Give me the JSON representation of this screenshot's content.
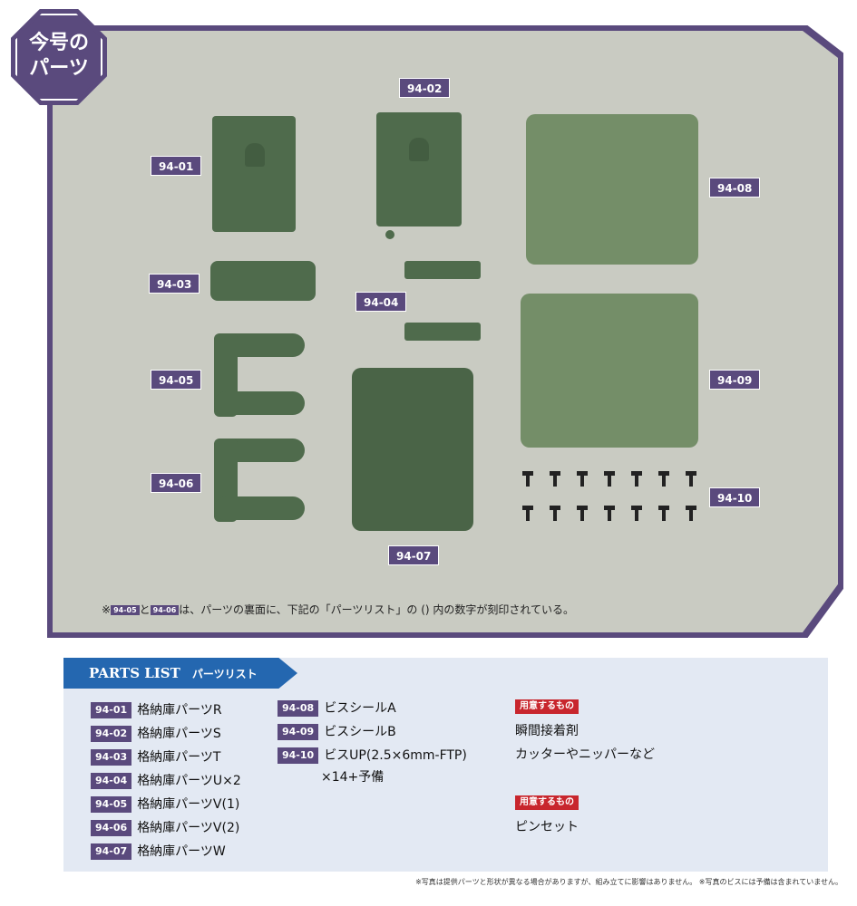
{
  "badge": {
    "line1": "今号の",
    "line2": "パーツ"
  },
  "photo_tags": {
    "p01": "94-01",
    "p02": "94-02",
    "p03": "94-03",
    "p04": "94-04",
    "p05": "94-05",
    "p06": "94-06",
    "p07": "94-07",
    "p08": "94-08",
    "p09": "94-09",
    "p10": "94-10"
  },
  "note": {
    "prefix": "※",
    "tag_a": "94-05",
    "and": "と",
    "tag_b": "94-06",
    "text": "は、パーツの裏面に、下記の「パーツリスト」の () 内の数字が刻印されている。"
  },
  "parts_list": {
    "title_en": "PARTS LIST",
    "title_ja": "パーツリスト",
    "col1": [
      {
        "code": "94-01",
        "name": "格納庫パーツR"
      },
      {
        "code": "94-02",
        "name": "格納庫パーツS"
      },
      {
        "code": "94-03",
        "name": "格納庫パーツT"
      },
      {
        "code": "94-04",
        "name": "格納庫パーツU×2"
      },
      {
        "code": "94-05",
        "name": "格納庫パーツV(1)"
      },
      {
        "code": "94-06",
        "name": "格納庫パーツV(2)"
      },
      {
        "code": "94-07",
        "name": "格納庫パーツW"
      }
    ],
    "col2": [
      {
        "code": "94-08",
        "name": "ビスシールA"
      },
      {
        "code": "94-09",
        "name": "ビスシールB"
      },
      {
        "code": "94-10",
        "name": "ビスUP(2.5×6mm-FTP)"
      }
    ],
    "col2_extra": "×14+予備",
    "required": [
      {
        "label": "用意するもの",
        "items": [
          "瞬間接着剤",
          "カッターやニッパーなど"
        ]
      },
      {
        "label": "用意するもの",
        "items": [
          "ピンセット"
        ]
      }
    ]
  },
  "footnote": "※写真は提供パーツと形状が異なる場合がありますが、組み立てに影響はありません。 ※写真のビスには予備は含まれていません。",
  "colors": {
    "purple": "#5a4a7d",
    "blue": "#2467b0",
    "red": "#c8262d",
    "green": "#4f6b4c"
  }
}
